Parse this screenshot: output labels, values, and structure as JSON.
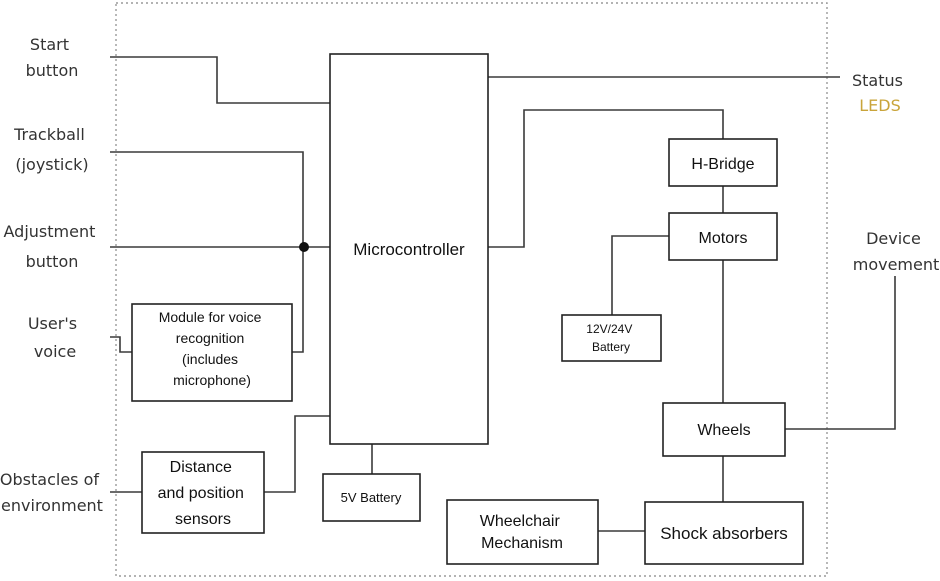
{
  "diagram": {
    "inputs": {
      "start_button": [
        "Start",
        "button"
      ],
      "trackball": [
        "Trackball",
        "(joystick)"
      ],
      "adjustment_button": [
        "Adjustment",
        "button"
      ],
      "users_voice": [
        "User's",
        "voice"
      ],
      "obstacles": [
        "Obstacles of",
        "environment"
      ]
    },
    "outputs": {
      "status_leds": [
        "Status",
        "LEDS"
      ],
      "device_movement": [
        "Device",
        "movement"
      ]
    },
    "blocks": {
      "microcontroller": [
        "Microcontroller"
      ],
      "voice_module": [
        "Module for voice",
        "recognition",
        "(includes",
        "microphone)"
      ],
      "distance_sensors": [
        "Distance",
        "and position",
        "sensors"
      ],
      "battery_5v": [
        "5V Battery"
      ],
      "h_bridge": [
        "H-Bridge"
      ],
      "motors": [
        "Motors"
      ],
      "battery_12v": [
        "12V/24V",
        "Battery"
      ],
      "wheels": [
        "Wheels"
      ],
      "shock_absorbers": [
        "Shock absorbers"
      ],
      "wheelchair_mechanism": [
        "Wheelchair",
        "Mechanism"
      ]
    },
    "colors": {
      "leds_text": "#c9a43a"
    }
  }
}
